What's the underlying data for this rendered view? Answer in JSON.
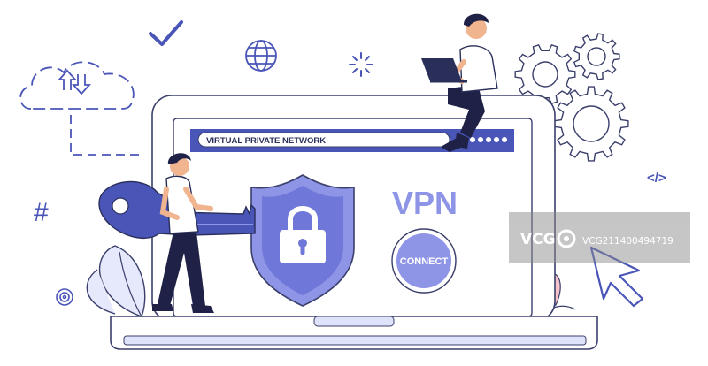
{
  "browser": {
    "address_text": "VIRTUAL PRIVATE NETWORK",
    "password_dots": 6
  },
  "screen": {
    "heading": "VPN",
    "connect_label": "CONNECT"
  },
  "decor": {
    "code_tag": "</>",
    "hash_symbol": "#"
  },
  "watermark": {
    "brand": "VCG",
    "id_text": "VCG211400494719"
  },
  "colors": {
    "accent": "#4a55b8",
    "accent_light": "#8f95e6",
    "accent_pale": "#dfe2fb",
    "outline": "#3a3f6b",
    "pink": "#f29aa6"
  }
}
